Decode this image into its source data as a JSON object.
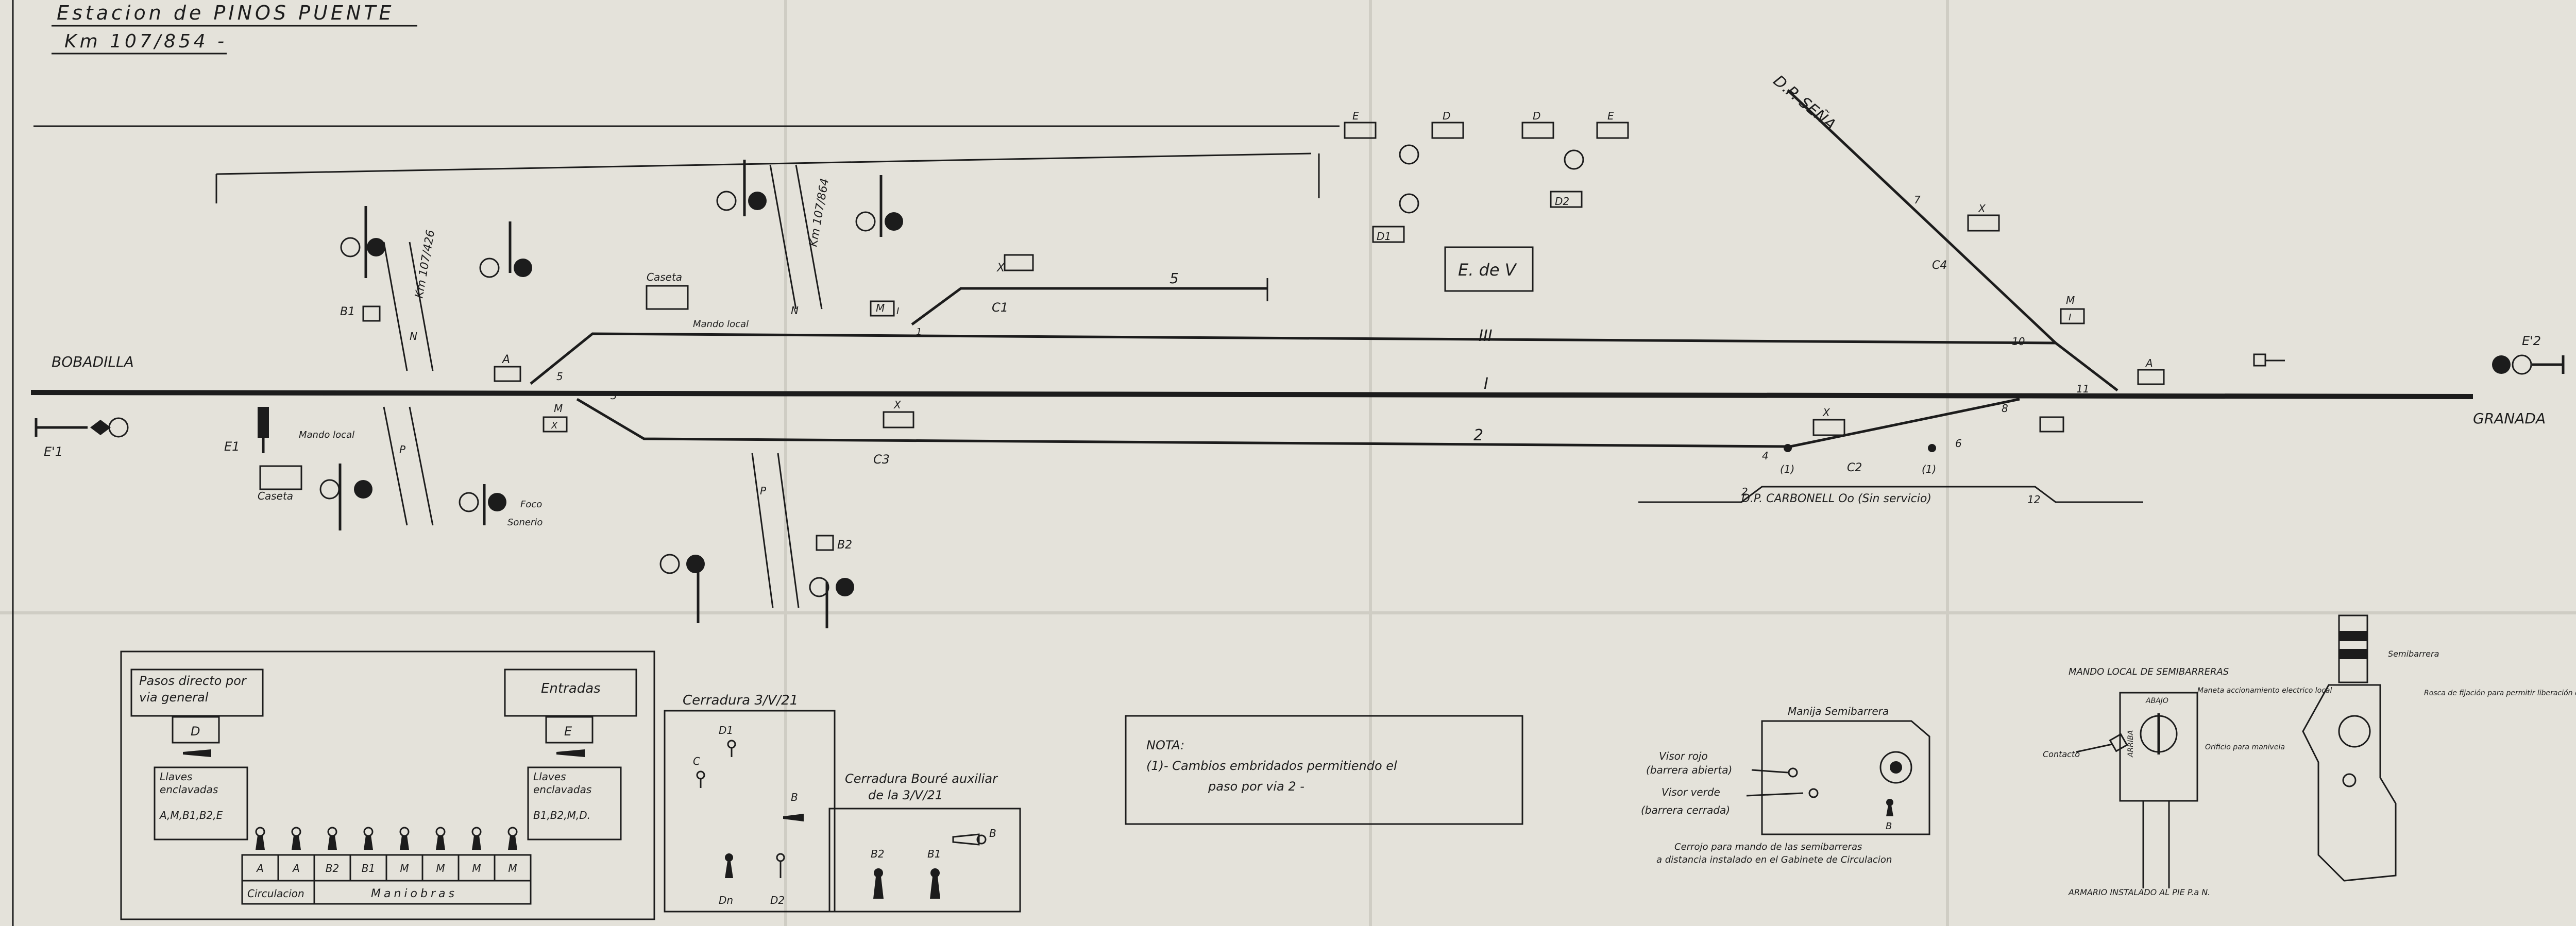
{
  "header": {
    "station": "Estacion de PINOS PUENTE",
    "km": "Km 107/854 -"
  },
  "places": {
    "left": "BOBADILLA",
    "right": "GRANADA",
    "dp_senia": "D.P. SEÑA",
    "dp_carbonell": "D.P. CARBONELL Oo (Sin servicio)"
  },
  "tracks": {
    "t1": "I",
    "t2": "2",
    "t3": "III",
    "t5": "5",
    "t7": "7"
  },
  "km_marks": {
    "km_a": "Km 107/426",
    "km_b": "Km 107/864"
  },
  "signals": {
    "e1": "E'1",
    "e1b": "E1",
    "e2": "E'2",
    "b1": "B1",
    "b2": "B2",
    "a_left": "A",
    "a_right": "A",
    "m_left": "M",
    "m_box": "M",
    "m_right": "M",
    "x1": "X",
    "x2": "X",
    "x3": "X",
    "x4": "X",
    "x5": "X",
    "e_top1": "E",
    "d_top1": "D",
    "d_top2": "D",
    "e_top2": "E",
    "d1": "D1",
    "d2": "D2",
    "c1": "C1",
    "c2": "C2",
    "c3": "C3",
    "c4": "C4",
    "n": "N",
    "p": "P",
    "n2": "N",
    "p2": "P",
    "i_box": "I",
    "i_box2": "I"
  },
  "switches": {
    "s1": "1",
    "s3": "3",
    "s4": "4",
    "s5": "5",
    "s6": "6",
    "s8": "8",
    "s10": "10",
    "s11": "11",
    "s12": "12",
    "s2": "2",
    "p1": "(1)",
    "p2": "(1)"
  },
  "labels": {
    "caseta_top": "Caseta",
    "mando_top": "Mando local",
    "caseta_bottom": "Caseta",
    "mando_bottom": "Mando local",
    "foco": "Foco",
    "sonerio": "Sonerio",
    "edev": "E. de V"
  },
  "legend": {
    "pasos": "Pasos directo por",
    "pasos2": "via general",
    "entradas": "Entradas",
    "key_d": "D",
    "key_e": "E",
    "llaves_l": "Llaves",
    "enclavadas_l": "enclavadas",
    "llaves_r": "Llaves",
    "enclavadas_r": "enclavadas",
    "keys_l": "A,M,B1,B2,E",
    "keys_r": "B1,B2,M,D.",
    "cells": [
      "A",
      "A",
      "B2",
      "B1",
      "M",
      "M",
      "M",
      "M"
    ],
    "circulacion": "Circulacion",
    "maniobras": "Maniobras"
  },
  "cerradura": {
    "title": "Cerradura 3/V/21",
    "d1": "D1",
    "c": "C",
    "b": "B",
    "dn": "Dn",
    "d2": "D2"
  },
  "bouré": {
    "title1": "Cerradura Bouré auxiliar",
    "title2": "de la 3/V/21",
    "b": "B",
    "b2": "B2",
    "b1": "B1"
  },
  "nota": {
    "title": "NOTA:",
    "line1": "(1)- Cambios embridados permitiendo el",
    "line2": "paso por via 2 -"
  },
  "manija": {
    "title": "Manija Semibarrera",
    "rojo1": "Visor rojo",
    "rojo2": "(barrera abierta)",
    "verde1": "Visor verde",
    "verde2": "(barrera cerrada)",
    "b": "B",
    "cerrojo1": "Cerrojo para mando de las semibarreras",
    "cerrojo2": "a distancia instalado en el Gabinete de Circulacion"
  },
  "mando_local": {
    "title": "MANDO LOCAL DE SEMIBARRERAS",
    "abajo": "ABAJO",
    "arriba": "ARRIBA",
    "contacto": "Contacto",
    "manecilla": "Maneta accionamiento electrico local",
    "orificio": "Orificio para manivela",
    "armario": "ARMARIO INSTALADO AL PIE P.a N.",
    "semibarrera": "Semibarrera",
    "rosca": "Rosca de fijación para permitir liberación de los orificios de manivelas"
  }
}
